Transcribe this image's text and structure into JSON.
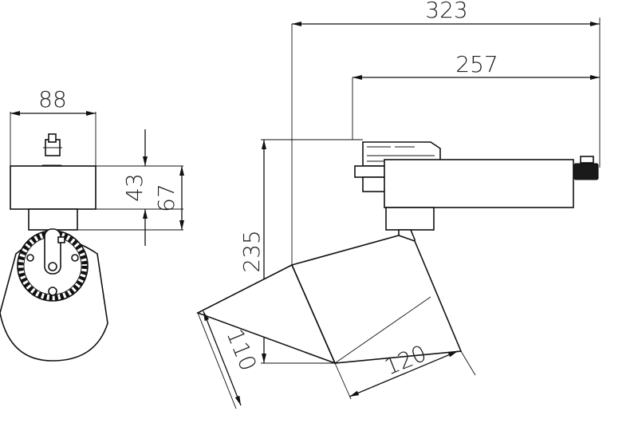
{
  "dimensions": {
    "width_front": "88",
    "height_base": "43",
    "height_total": "67",
    "total_length": "323",
    "rail_length": "257",
    "total_height": "235",
    "head_diameter": "110",
    "head_length": "120"
  },
  "colors": {
    "line": "#111111",
    "background": "#ffffff",
    "dark_part": "#1a1a1a"
  }
}
